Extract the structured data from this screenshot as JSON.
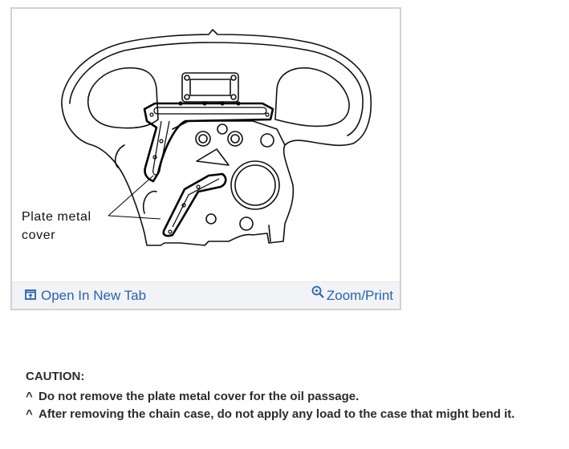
{
  "figure": {
    "callout_line1": "Plate metal",
    "callout_line2": "cover",
    "image_description": "Engine front timing case line drawing with plate metal cover for oil passage highlighted"
  },
  "footer": {
    "open_new_tab_label": "Open In New Tab",
    "open_new_tab_icon": "open-in-new-tab-icon",
    "zoom_print_label": "Zoom/Print",
    "zoom_print_icon": "zoom-in-icon",
    "link_color": "#2a62ad",
    "bar_color": "#f1f3f7"
  },
  "caution": {
    "title": "CAUTION:",
    "bullet": "^",
    "items": [
      "Do not remove the plate metal cover for the oil passage.",
      "After removing the chain case, do not apply any load to the case that might bend it."
    ]
  }
}
